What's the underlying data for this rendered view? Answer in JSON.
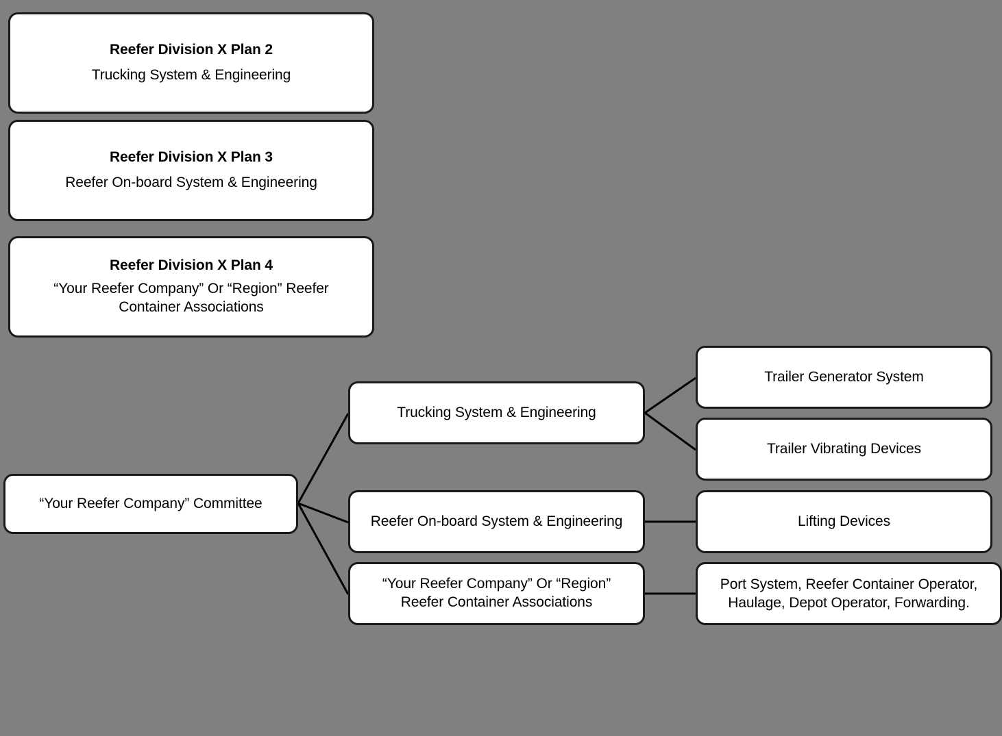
{
  "diagram": {
    "type": "organization-tree",
    "background_color": "#808080",
    "node_fill_color": "#ffffff",
    "node_border_color": "#1a1a1a",
    "connector_color": "#000000",
    "plans": [
      {
        "id": "plan-2",
        "title": "Reefer Division X Plan 2",
        "body": "Trucking System  & Engineering"
      },
      {
        "id": "plan-3",
        "title": "Reefer Division X Plan 3",
        "body": "Reefer On-board System & Engineering"
      },
      {
        "id": "plan-4",
        "title": "Reefer Division X Plan 4",
        "body": "“Your Reefer Company” Or “Region” Reefer\nContainer Associations"
      }
    ],
    "root": {
      "id": "committee",
      "label": "“Your Reefer Company” Committee"
    },
    "middle": [
      {
        "id": "mid-trucking",
        "label": "Trucking System  & Engineering"
      },
      {
        "id": "mid-onboard",
        "label": "Reefer On-board System & Engineering"
      },
      {
        "id": "mid-assoc",
        "label": "“Your Reefer Company” Or “Region”\nReefer Container Associations"
      }
    ],
    "right": [
      {
        "id": "right-generator",
        "label": "Trailer Generator System"
      },
      {
        "id": "right-vibrating",
        "label": "Trailer Vibrating Devices"
      },
      {
        "id": "right-lifting",
        "label": "Lifting Devices"
      },
      {
        "id": "right-port",
        "label": "Port System, Reefer Container Operator,\nHaulage, Depot Operator,  Forwarding."
      }
    ],
    "edges": [
      {
        "from": "committee",
        "to": "mid-trucking"
      },
      {
        "from": "committee",
        "to": "mid-onboard"
      },
      {
        "from": "committee",
        "to": "mid-assoc"
      },
      {
        "from": "mid-trucking",
        "to": "right-generator"
      },
      {
        "from": "mid-trucking",
        "to": "right-vibrating"
      },
      {
        "from": "mid-onboard",
        "to": "right-lifting"
      },
      {
        "from": "mid-assoc",
        "to": "right-port"
      }
    ]
  }
}
